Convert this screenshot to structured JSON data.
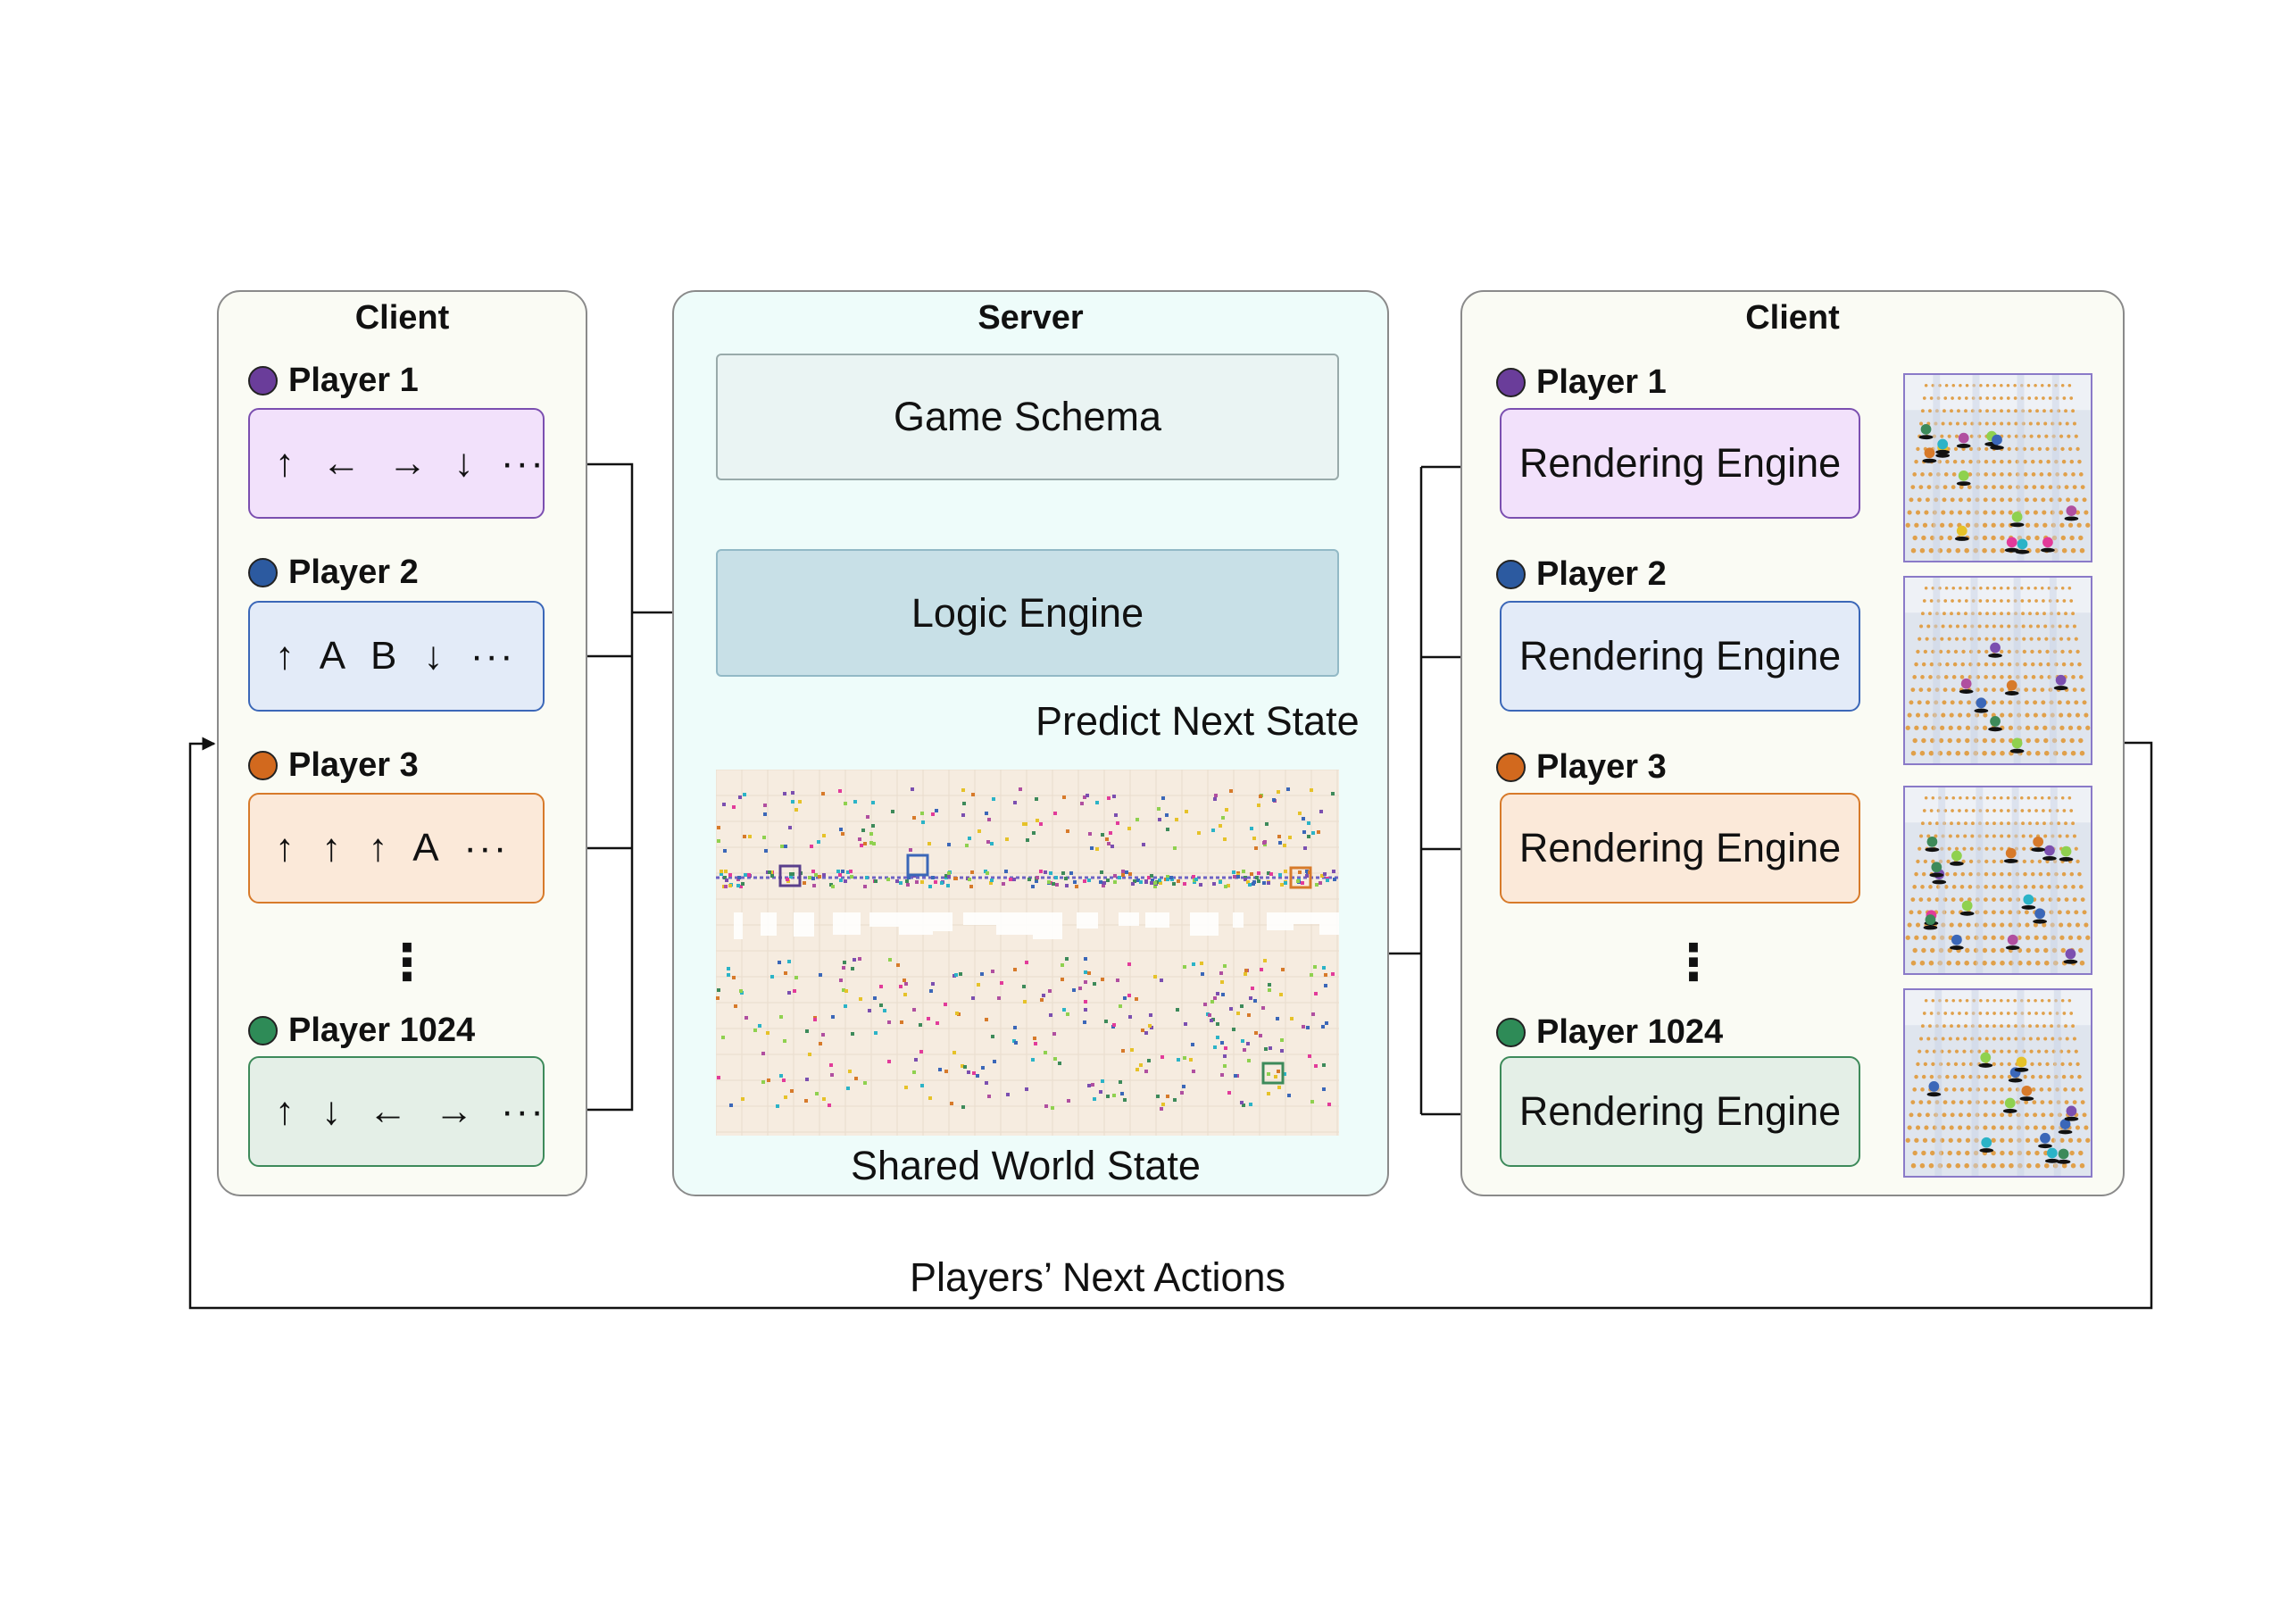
{
  "left_client": {
    "title": "Client",
    "players": [
      {
        "label": "Player 1",
        "actions": "↑ ← → ↓ ···",
        "color": "#6a3d9a",
        "fill": "#f2e1fb",
        "stroke": "#7b4fb0"
      },
      {
        "label": "Player 2",
        "actions": "↑ A B ↓ ···",
        "color": "#2c5aa0",
        "fill": "#e3ebf8",
        "stroke": "#3b67b8"
      },
      {
        "label": "Player 3",
        "actions": "↑ ↑ ↑ A ···",
        "color": "#d2691e",
        "fill": "#fbe9d9",
        "stroke": "#d77a2a"
      },
      {
        "label": "Player 1024",
        "actions": "↑ ↓ ← → ···",
        "color": "#2e8b57",
        "fill": "#e4efe7",
        "stroke": "#3d8a5a"
      }
    ],
    "ellipsis": "⋮"
  },
  "server": {
    "title": "Server",
    "schema_label": "Game Schema",
    "logic_label": "Logic Engine",
    "predict_label": "Predict Next State",
    "world_label": "Shared World State"
  },
  "right_client": {
    "title": "Client",
    "players": [
      {
        "label": "Player 1",
        "engine": "Rendering Engine"
      },
      {
        "label": "Player 2",
        "engine": "Rendering Engine"
      },
      {
        "label": "Player 3",
        "engine": "Rendering Engine"
      },
      {
        "label": "Player 1024",
        "engine": "Rendering Engine"
      }
    ],
    "ellipsis": "⋮"
  },
  "feedback_label": "Players’ Next Actions"
}
